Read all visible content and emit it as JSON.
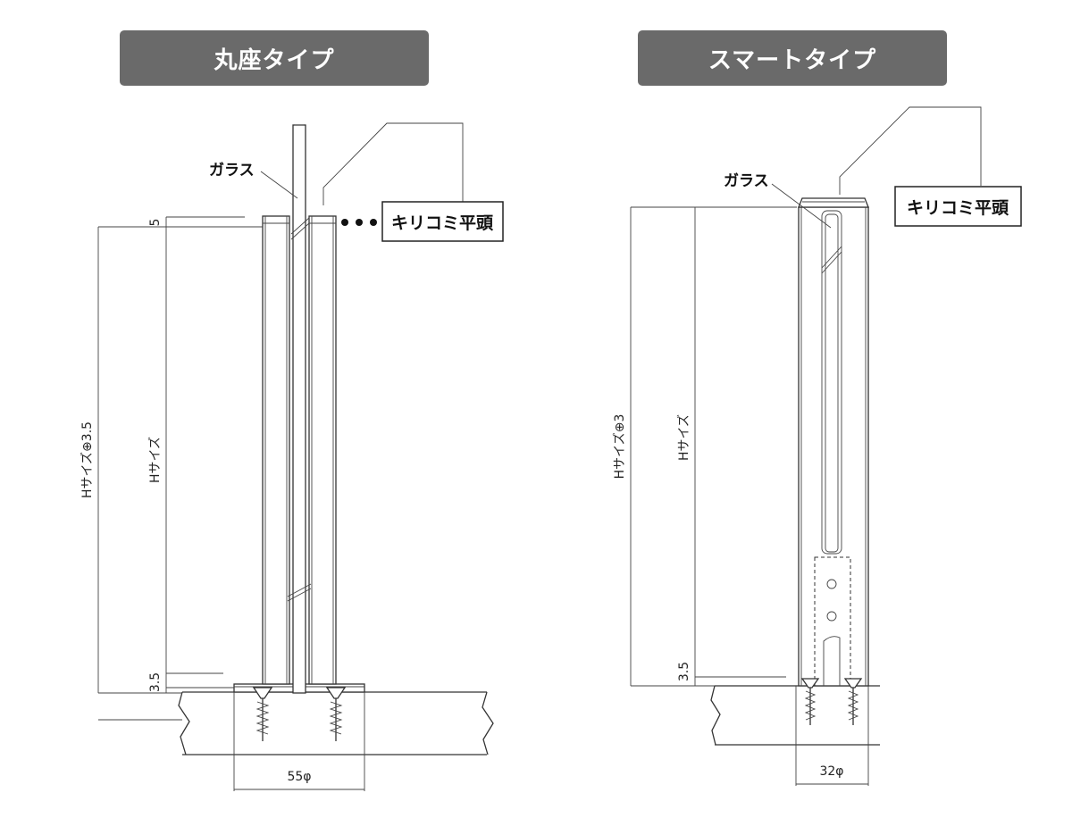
{
  "left": {
    "title": "丸座タイプ",
    "glass_label": "ガラス",
    "screw_label": "キリコミ平頭",
    "dim_top": "5",
    "dim_bottom": "3.5",
    "dim_h": "Hサイズ",
    "dim_total": "Hサイズ⊕3.5",
    "diameter": "55φ"
  },
  "right": {
    "title": "スマートタイプ",
    "glass_label": "ガラス",
    "screw_label": "キリコミ平頭",
    "dim_bottom": "3.5",
    "dim_h": "Hサイズ",
    "dim_total": "Hサイズ⊕3",
    "diameter": "32φ"
  }
}
